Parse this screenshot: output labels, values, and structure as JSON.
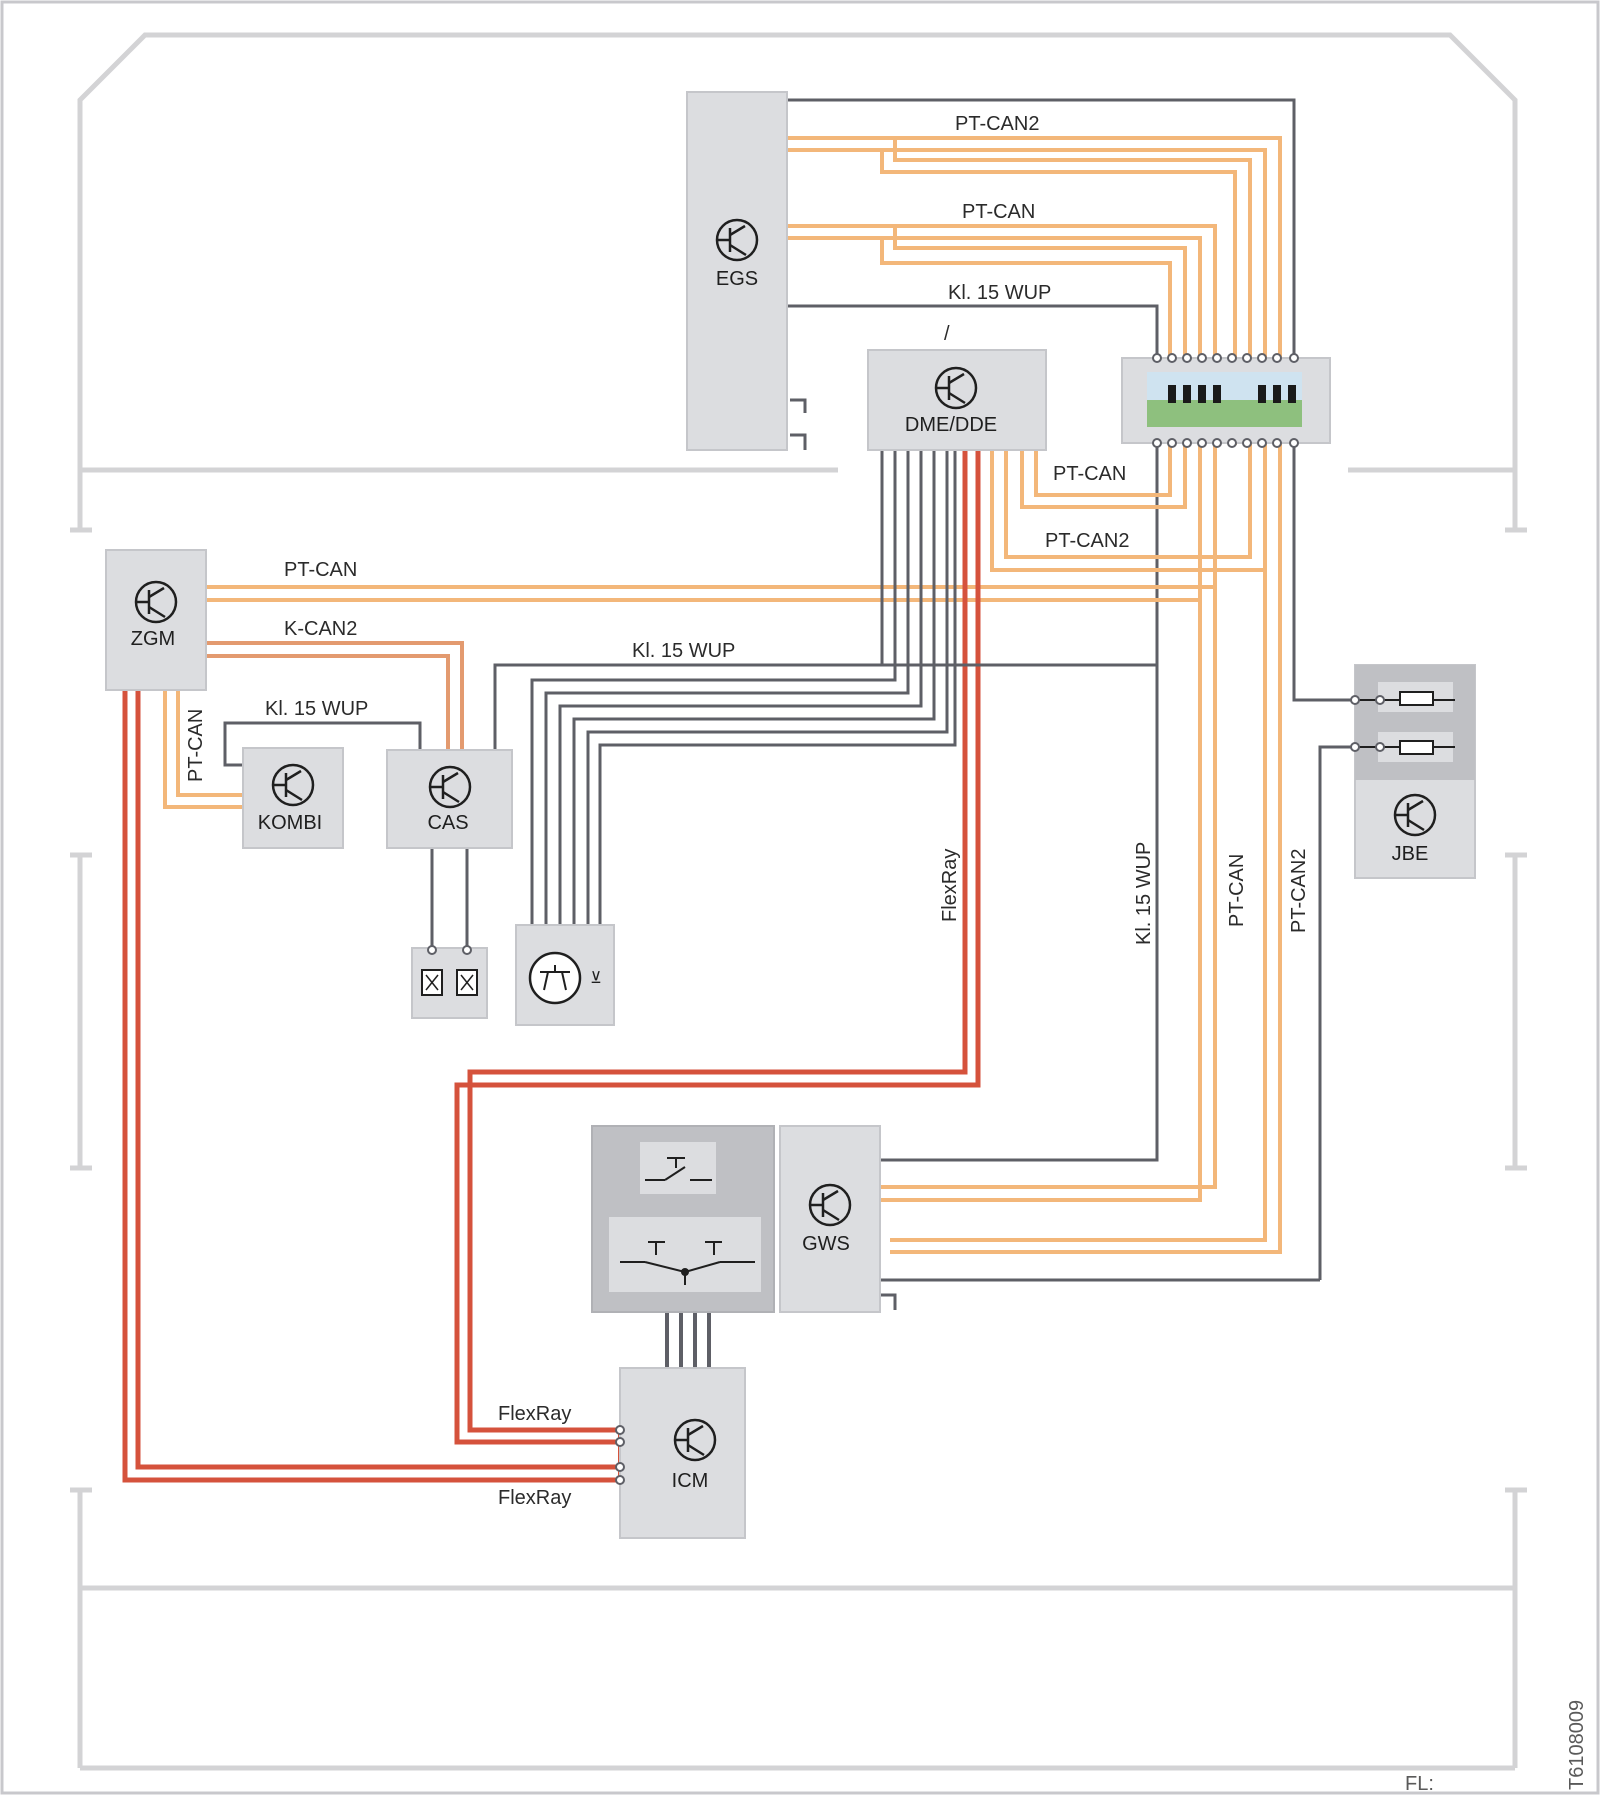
{
  "colors": {
    "gray_wire": "#5e5f66",
    "pt_can": "#f3b77a",
    "k_can2": "#e39a6f",
    "flexray": "#d5523c",
    "module_fill": "#dcdde0",
    "module_dark": "#c5c6ca",
    "outline": "#d3d3d5"
  },
  "modules": {
    "egs": "EGS",
    "dme": "DME/DDE",
    "zgm": "ZGM",
    "kombi": "KOMBI",
    "cas": "CAS",
    "jbe": "JBE",
    "gws": "GWS",
    "icm": "ICM"
  },
  "bus_labels": {
    "pt_can2_top": "PT-CAN2",
    "pt_can_top": "PT-CAN",
    "kl15_top": "Kl. 15  WUP",
    "slash": "/",
    "pt_can_dme": "PT-CAN",
    "pt_can2_dme": "PT-CAN2",
    "pt_can_zgm": "PT-CAN",
    "k_can2_zgm": "K-CAN2",
    "kl15_mid": "Kl. 15  WUP",
    "kl15_kombi": "Kl. 15  WUP",
    "pt_can_vertical": "PT-CAN",
    "flexray_vertical": "FlexRay",
    "kl15_vertical": "Kl. 15  WUP",
    "pt_can_right": "PT-CAN",
    "pt_can2_right": "PT-CAN2",
    "flexray_icm_top": "FlexRay",
    "flexray_icm_bottom": "FlexRay"
  },
  "footer": {
    "figure_id": "T6108009",
    "fl_label": "FL:"
  }
}
